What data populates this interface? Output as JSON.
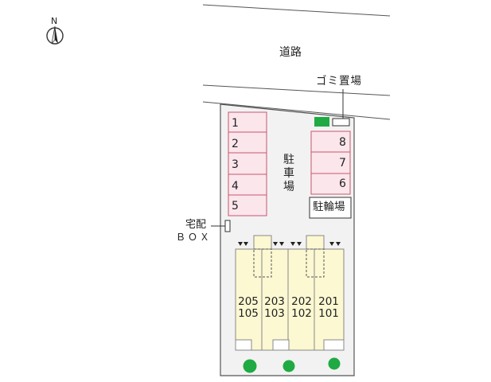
{
  "compass": {
    "label": "N"
  },
  "road": {
    "label": "道路"
  },
  "garbage": {
    "label": "ゴミ置場"
  },
  "parking": {
    "label_chars": [
      "駐",
      "車",
      "場"
    ],
    "left_spaces": [
      "1",
      "2",
      "3",
      "4",
      "5"
    ],
    "right_spaces": [
      "8",
      "7",
      "6"
    ]
  },
  "bicycle_parking": {
    "label": "駐輪場"
  },
  "delivery_box": {
    "label_line1": "宅配",
    "label_line2": "ＢＯＸ"
  },
  "units": [
    {
      "upper": "205",
      "lower": "105"
    },
    {
      "upper": "203",
      "lower": "103"
    },
    {
      "upper": "202",
      "lower": "102"
    },
    {
      "upper": "201",
      "lower": "101"
    }
  ],
  "colors": {
    "parking_fill": "#fbe6ec",
    "parking_stroke": "#c8556e",
    "lot_fill": "#f2f2f2",
    "unit_fill": "#fbf8d2",
    "tree_green": "#1faa43",
    "bin_green": "#1faa43"
  }
}
